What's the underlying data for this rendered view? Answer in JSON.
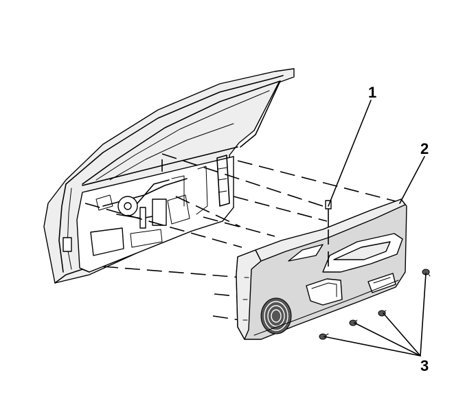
{
  "diagram": {
    "callouts": [
      {
        "id": "1",
        "label": "1"
      },
      {
        "id": "2",
        "label": "2"
      },
      {
        "id": "3",
        "label": "3"
      }
    ],
    "colors": {
      "line": "#000000",
      "panel_fill": "#d9d9d9",
      "background": "#ffffff"
    }
  }
}
